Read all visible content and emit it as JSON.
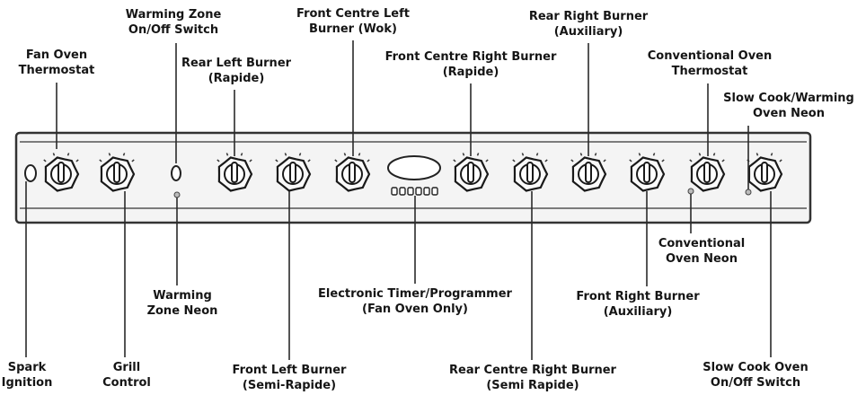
{
  "labels": {
    "fan_oven_thermostat": [
      "Fan Oven",
      "Thermostat"
    ],
    "warming_zone_switch": [
      "Warming Zone",
      "On/Off Switch"
    ],
    "rear_left_burner": [
      "Rear Left Burner",
      "(Rapide)"
    ],
    "front_centre_left_burner": [
      "Front Centre Left",
      "Burner (Wok)"
    ],
    "front_centre_right_burner": [
      "Front Centre Right Burner",
      "(Rapide)"
    ],
    "rear_right_burner": [
      "Rear Right Burner",
      "(Auxiliary)"
    ],
    "conventional_oven_thermostat": [
      "Conventional Oven",
      "Thermostat"
    ],
    "slow_cook_warming_neon": [
      "Slow Cook/Warming",
      "Oven Neon"
    ],
    "warming_zone_neon": [
      "Warming",
      "Zone Neon"
    ],
    "electronic_timer": [
      "Electronic Timer/Programmer",
      "(Fan Oven Only)"
    ],
    "conventional_oven_neon": [
      "Conventional",
      "Oven Neon"
    ],
    "front_right_burner": [
      "Front Right Burner",
      "(Auxiliary)"
    ],
    "spark_ignition": [
      "Spark",
      "Ignition"
    ],
    "grill_control": [
      "Grill",
      "Control"
    ],
    "front_left_burner": [
      "Front Left Burner",
      "(Semi-Rapide)"
    ],
    "rear_centre_right_burner": [
      "Rear Centre Right Burner",
      "(Semi Rapide)"
    ],
    "slow_cook_switch": [
      "Slow Cook Oven",
      "On/Off Switch"
    ]
  },
  "colors": {
    "line": "#2a2a2a",
    "panel_stroke": "#333333",
    "panel_fill": "#f2f2f2"
  }
}
